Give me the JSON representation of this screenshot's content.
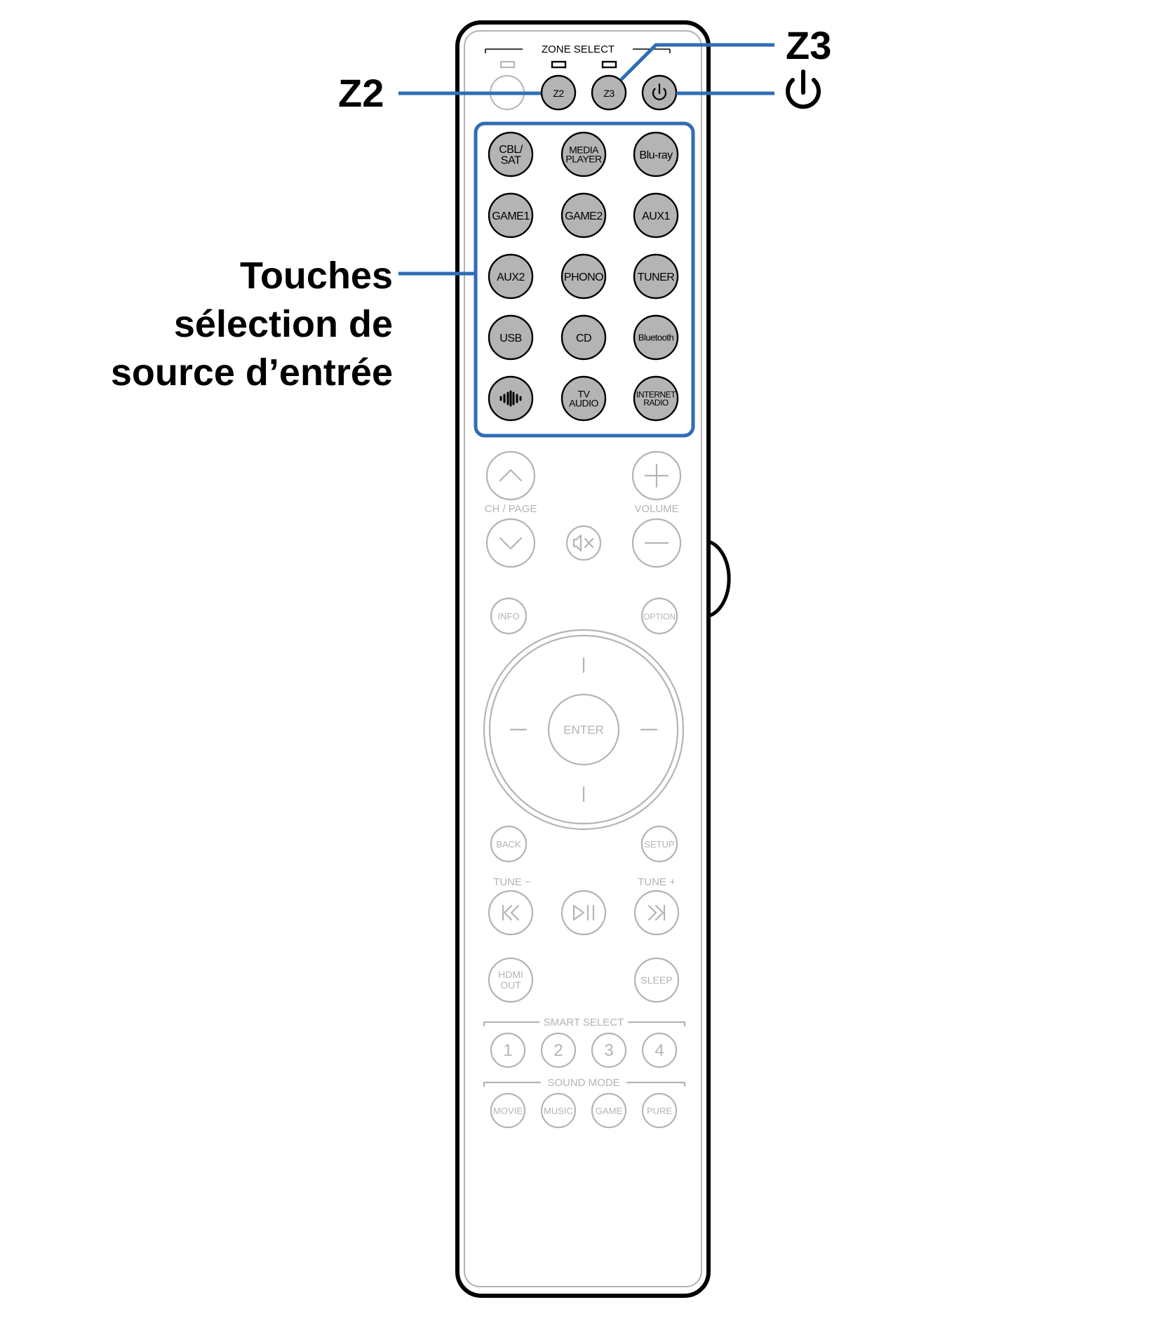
{
  "callouts": {
    "z2": "Z2",
    "z3": "Z3",
    "power_symbol": "power-icon",
    "source_keys_line1": "Touches",
    "source_keys_line2": "sélection de",
    "source_keys_line3": "source d’entrée"
  },
  "colors": {
    "callout_line": "#2f6db5",
    "active_button_fill": "#b4b4b4",
    "inactive_gray": "#b4b4b4",
    "outline": "#000000"
  },
  "remote": {
    "zone_select": {
      "label": "ZONE SELECT",
      "buttons": [
        "Z2",
        "Z3"
      ],
      "power_icon": "power-icon"
    },
    "source_buttons": [
      [
        "CBL/",
        "SAT"
      ],
      [
        "MEDIA",
        "PLAYER"
      ],
      [
        "Blu-ray"
      ],
      [
        "GAME1"
      ],
      [
        "GAME2"
      ],
      [
        "AUX1"
      ],
      [
        "AUX2"
      ],
      [
        "PHONO"
      ],
      [
        "TUNER"
      ],
      [
        "USB"
      ],
      [
        "CD"
      ],
      [
        "Bluetooth"
      ],
      [
        "heos-icon"
      ],
      [
        "TV",
        "AUDIO"
      ],
      [
        "INTERNET",
        "RADIO"
      ]
    ],
    "ch_page_label": "CH / PAGE",
    "volume_label": "VOLUME",
    "info": "INFO",
    "option": "OPTION",
    "enter": "ENTER",
    "back": "BACK",
    "setup": "SETUP",
    "tune_minus": "TUNE −",
    "tune_plus": "TUNE +",
    "hdmi_out": [
      "HDMI",
      "OUT"
    ],
    "sleep": "SLEEP",
    "smart_select_label": "SMART SELECT",
    "smart_select": [
      "1",
      "2",
      "3",
      "4"
    ],
    "sound_mode_label": "SOUND MODE",
    "sound_modes": [
      "MOVIE",
      "MUSIC",
      "GAME",
      "PURE"
    ]
  }
}
